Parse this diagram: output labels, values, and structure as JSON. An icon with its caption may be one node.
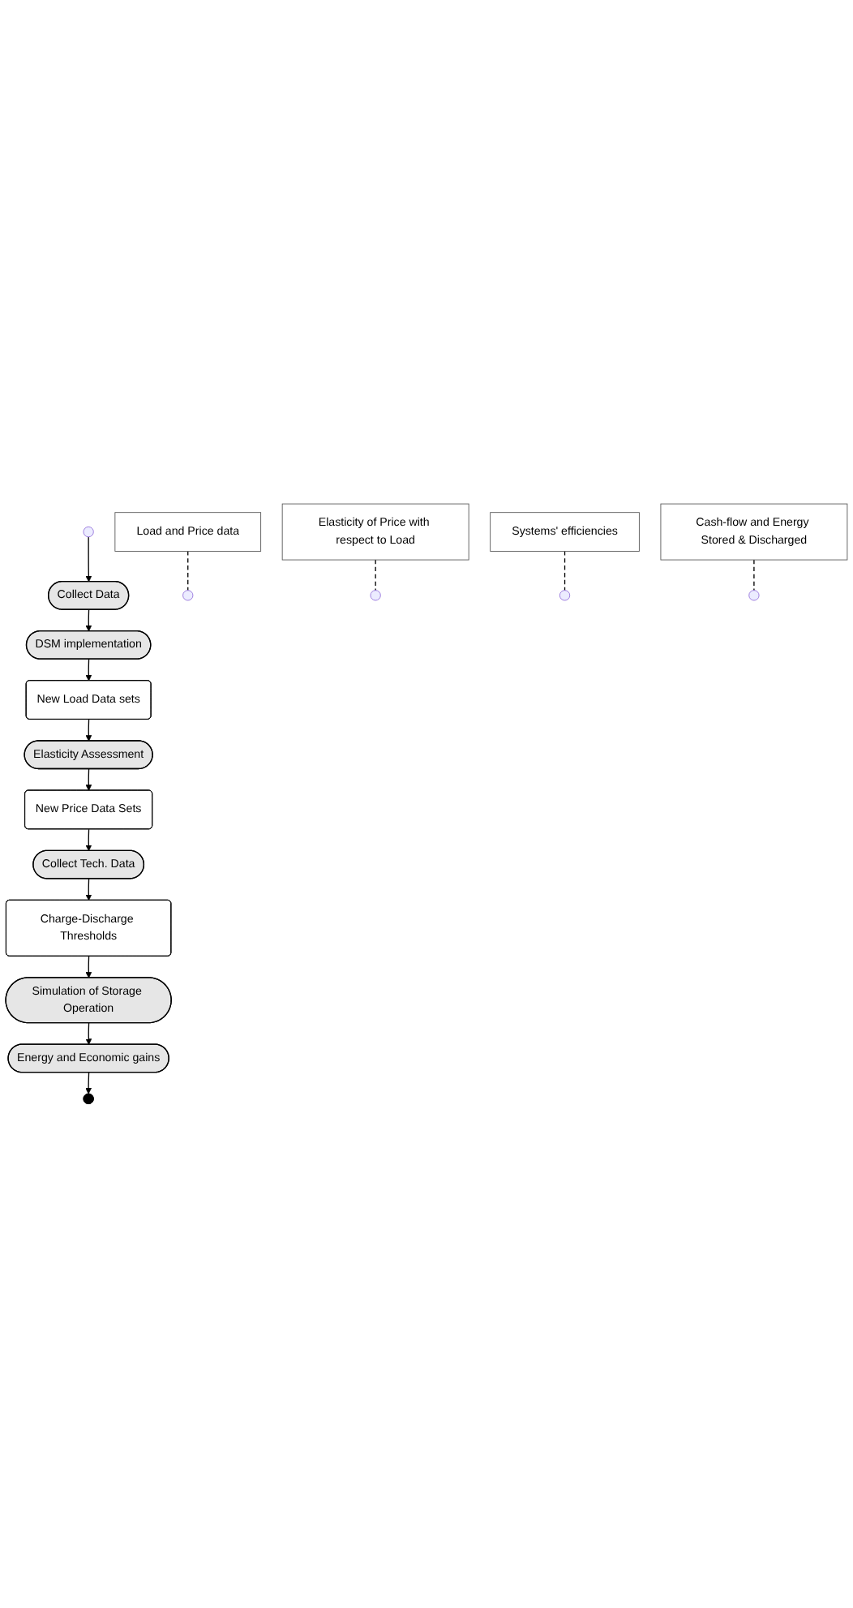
{
  "diagram": {
    "nodes": [
      {
        "text": [],
        "shape": "circle"
      },
      {
        "text": [
          "Collect Data"
        ]
      },
      {
        "text": [
          "DSM implementation"
        ]
      },
      {
        "text": [
          "New Load Data sets"
        ]
      },
      {
        "text": [
          "Elasticity Assessment"
        ]
      },
      {
        "text": [
          "New Price Data Sets"
        ]
      },
      {
        "text": [
          "Collect Tech. Data"
        ]
      },
      {
        "text": [
          "Charge-Discharge Thresholds"
        ]
      },
      {
        "text": [
          "Simulation of Storage Operation"
        ]
      },
      {
        "text": [
          "Energy and Economic gains"
        ]
      },
      {
        "text": [],
        "shape": "circle"
      },
      {
        "text": [
          "Load and Price data"
        ]
      },
      {
        "text": [
          "Elasticity of Price with respect to Load"
        ]
      },
      {
        "text": [
          "Systems' efficiencies"
        ]
      },
      {
        "text": [
          "Cash-flow and Energy Stored & Discharged"
        ]
      }
    ],
    "edges": [
      {
        "from": 0,
        "to": 1,
        "arrow": "to"
      },
      {
        "from": 1,
        "to": 2,
        "arrow": "to"
      },
      {
        "from": 2,
        "to": 3,
        "arrow": "to"
      },
      {
        "from": 3,
        "to": 4,
        "arrow": "to"
      },
      {
        "from": 4,
        "to": 5,
        "arrow": "to"
      },
      {
        "from": 5,
        "to": 6,
        "arrow": "to"
      },
      {
        "from": 6,
        "to": 7,
        "arrow": "to"
      },
      {
        "from": 7,
        "to": 8,
        "arrow": "to"
      },
      {
        "from": 8,
        "to": 9,
        "arrow": "to"
      },
      {
        "from": 9,
        "to": 10,
        "arrow": "to"
      },
      {
        "from": 11,
        "to": null,
        "arrow": "none",
        "style": "dashed"
      },
      {
        "from": 12,
        "to": null,
        "arrow": "none",
        "style": "dashed"
      },
      {
        "from": 13,
        "to": null,
        "arrow": "none",
        "style": "dashed"
      },
      {
        "from": 14,
        "to": null,
        "arrow": "none",
        "style": "dashed"
      }
    ]
  }
}
